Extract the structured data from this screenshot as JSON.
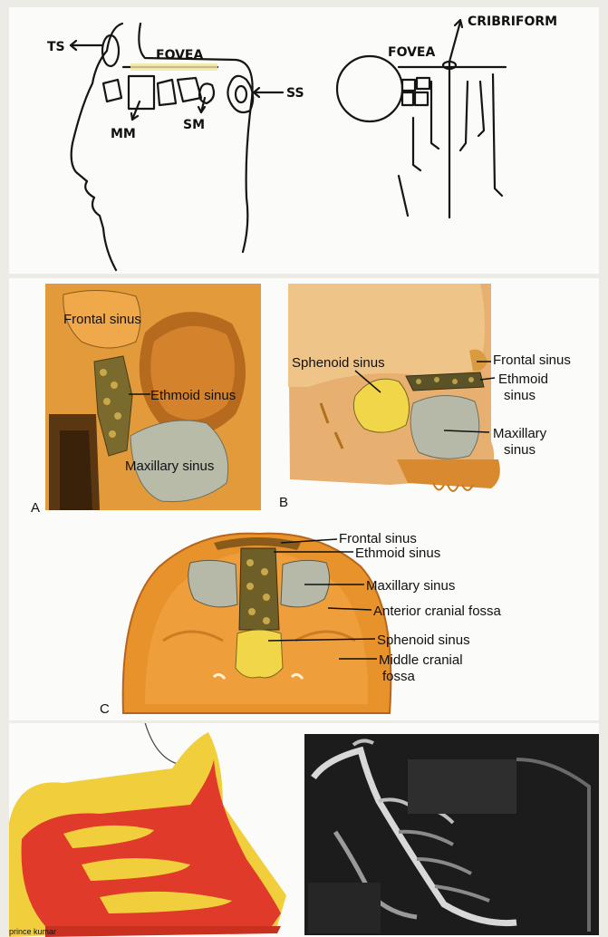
{
  "sketch": {
    "labels": {
      "ts": "TS",
      "fovea_left": "FOVEA",
      "mm": "MM",
      "sm": "SM",
      "ss": "SS",
      "fovea_right": "FOVEA",
      "cribriform": "CRIBRIFORM"
    }
  },
  "anatomy": {
    "panel_a": {
      "letter": "A",
      "frontal_sinus": "Frontal sinus",
      "ethmoid_sinus": "Ethmoid sinus",
      "maxillary_sinus": "Maxillary sinus"
    },
    "panel_b": {
      "letter": "B",
      "sphenoid_sinus": "Sphenoid sinus",
      "frontal_sinus": "Frontal sinus",
      "ethmoid_line1": "Ethmoid",
      "ethmoid_line2": "sinus",
      "maxillary_line1": "Maxillary",
      "maxillary_line2": "sinus"
    },
    "panel_c": {
      "letter": "C",
      "frontal_sinus": "Frontal sinus",
      "ethmoid_sinus": "Ethmoid sinus",
      "maxillary_sinus": "Maxillary sinus",
      "anterior_cranial_fossa": "Anterior cranial fossa",
      "sphenoid_sinus": "Sphenoid sinus",
      "middle_line1": "Middle cranial",
      "middle_line2": "fossa"
    }
  },
  "bottom": {
    "credit": "prince kumar"
  },
  "colors": {
    "bone_orange": "#e8922c",
    "sinus_gray": "#b7b9a8",
    "ethmoid_cells": "#7a6a2e",
    "sphenoid_yellow": "#f2d64a",
    "nasal_red": "#e03a2a",
    "bone_yellow": "#f1cf3c"
  }
}
